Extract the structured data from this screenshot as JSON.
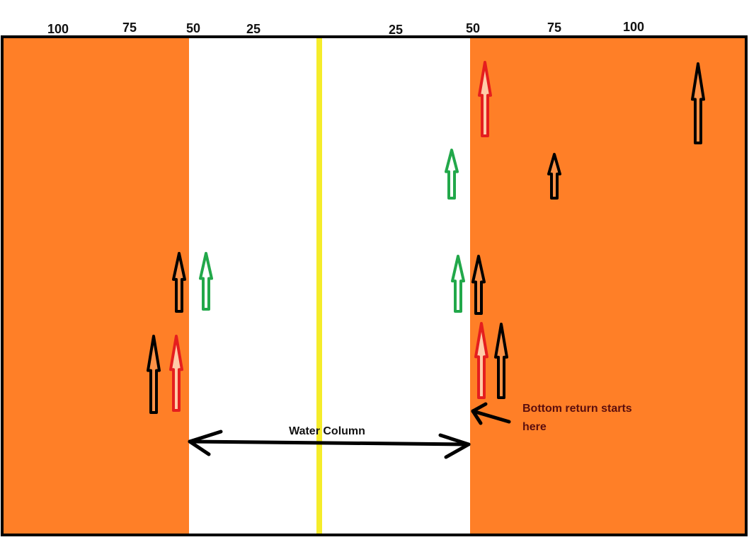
{
  "scale_labels": {
    "left": [
      "100",
      "75",
      "50",
      "25"
    ],
    "right": [
      "25",
      "50",
      "75",
      "100"
    ]
  },
  "annotations": {
    "water_column": "Water Column",
    "bottom_return_line1": "Bottom return starts",
    "bottom_return_line2": "here"
  },
  "colors": {
    "sediment": "#FF7F27",
    "water": "#FFFFFF",
    "centerline": "#F5EC2A",
    "arrow_black": "#000000",
    "arrow_red": "#E51E1E",
    "arrow_green": "#22A84A",
    "annotation_text": "#5A0E0E"
  }
}
